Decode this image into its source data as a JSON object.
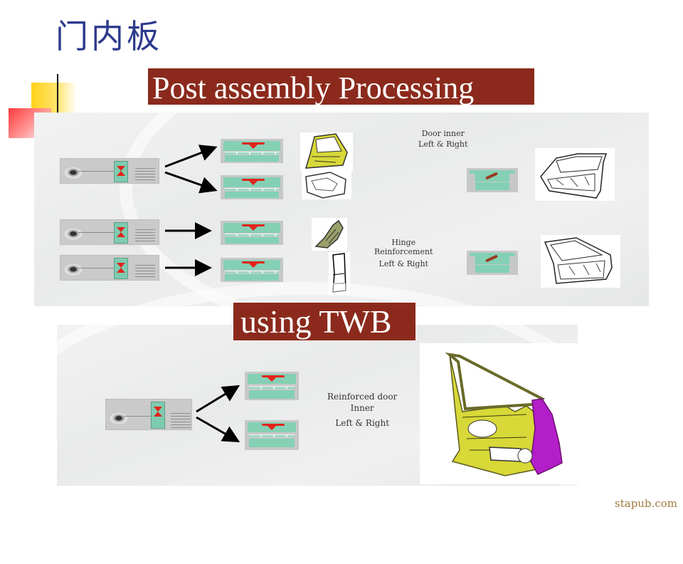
{
  "slide": {
    "title": "门内板",
    "banner_top": "Post assembly Processing",
    "banner_bottom": "using TWB",
    "footer_watermark": "stapub.com"
  },
  "colors": {
    "title": "#2d3a8c",
    "banner_bg": "#8b2a1c",
    "banner_text": "#ffffff",
    "press_green": "#84d0b4",
    "weld_red": "#e4231b",
    "part_yellow": "#d8d838",
    "part_magenta": "#b21ec8",
    "footer": "#a07a3c"
  },
  "diagram_top": {
    "lines": [
      {
        "source": "coil-welder-line",
        "flow": "split",
        "targets": [
          "press",
          "press"
        ],
        "parts": [
          "door-inner-assembled (yellow)",
          "door-inner-outline"
        ]
      },
      {
        "source": "coil-welder-line",
        "flow": "single",
        "targets": [
          "press"
        ],
        "parts": [
          "hinge-reinforcement-part"
        ]
      },
      {
        "source": "coil-welder-line",
        "flow": "single",
        "targets": [
          "press"
        ],
        "parts": [
          "hinge-reinforcement-outline"
        ]
      }
    ],
    "groups": [
      {
        "label_lines": [
          "Door inner",
          "Left & Right"
        ],
        "process": "assembly press",
        "result": "door-inner"
      },
      {
        "label_lines": [
          "Hinge",
          "Reinforcement",
          "Left & Right"
        ],
        "process": "assembly press",
        "result": "door-inner-with-hinge"
      }
    ]
  },
  "diagram_bottom": {
    "source": "coil-welder-line",
    "flow": "split",
    "targets": [
      "press",
      "press"
    ],
    "label_lines": [
      "Reinforced door",
      "Inner",
      "Left & Right"
    ],
    "result": "tailor-welded door inner (yellow + magenta)"
  }
}
